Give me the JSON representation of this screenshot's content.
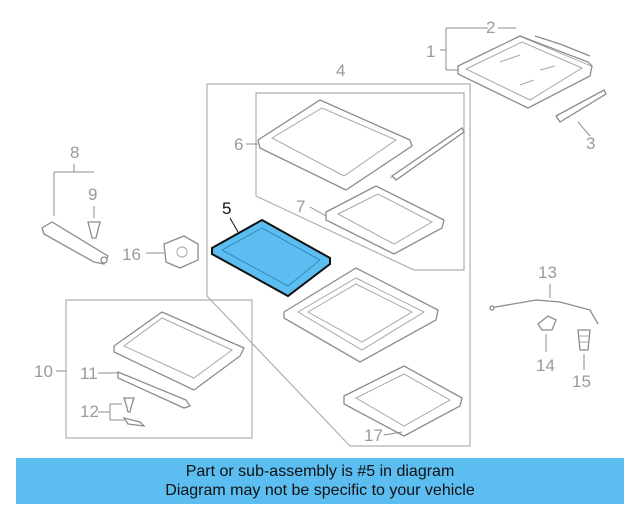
{
  "callouts": [
    "1",
    "2",
    "3",
    "4",
    "5",
    "6",
    "7",
    "8",
    "9",
    "10",
    "11",
    "12",
    "13",
    "14",
    "15",
    "16",
    "17"
  ],
  "highlight_color": "#5bbdf0",
  "banner": {
    "line1": "Part or sub-assembly is #5 in diagram",
    "line2": "Diagram may not be specific to your vehicle"
  }
}
